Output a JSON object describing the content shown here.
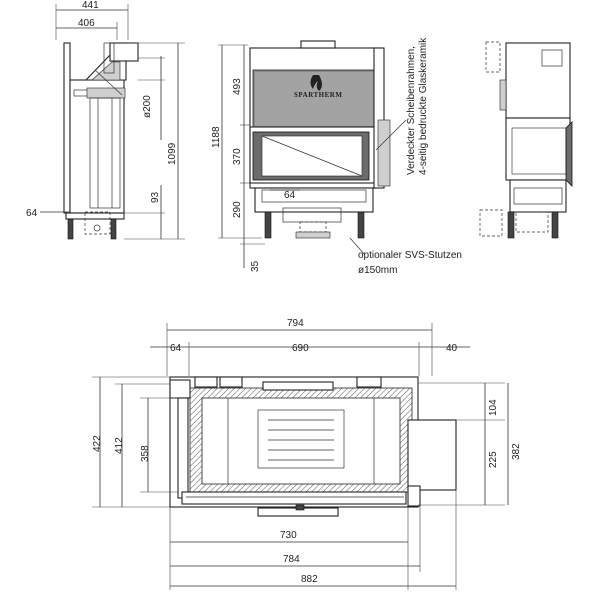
{
  "side_view": {
    "dim_top_total": "441",
    "dim_top_depth": "406",
    "dim_flue_diameter": "ø200",
    "dim_height_total": "1099",
    "dim_base": "93",
    "dim_left_offset": "64"
  },
  "front_view": {
    "dim_upper": "493",
    "dim_total": "1188",
    "dim_glass": "370",
    "dim_lower": "290",
    "dim_feet": "35",
    "dim_center": "64",
    "brand_logo": "SPARTHERM"
  },
  "annotations": {
    "hidden_frames_line1": "Verdeckter Scheibenrahmen,",
    "hidden_frames_line2": "4-seitig bedruckte Glaskeramik",
    "svs_line1": "optionaler SVS-Stutzen",
    "svs_line2": "ø150mm"
  },
  "plan_view": {
    "dim_outer_width": "794",
    "dim_left_64": "64",
    "dim_inner_690": "690",
    "dim_right_40": "40",
    "dim_left_422": "422",
    "dim_left_412": "412",
    "dim_left_358": "358",
    "dim_right_104": "104",
    "dim_right_225": "225",
    "dim_right_382": "382",
    "dim_bottom_730": "730",
    "dim_bottom_784": "784",
    "dim_bottom_882": "882"
  }
}
